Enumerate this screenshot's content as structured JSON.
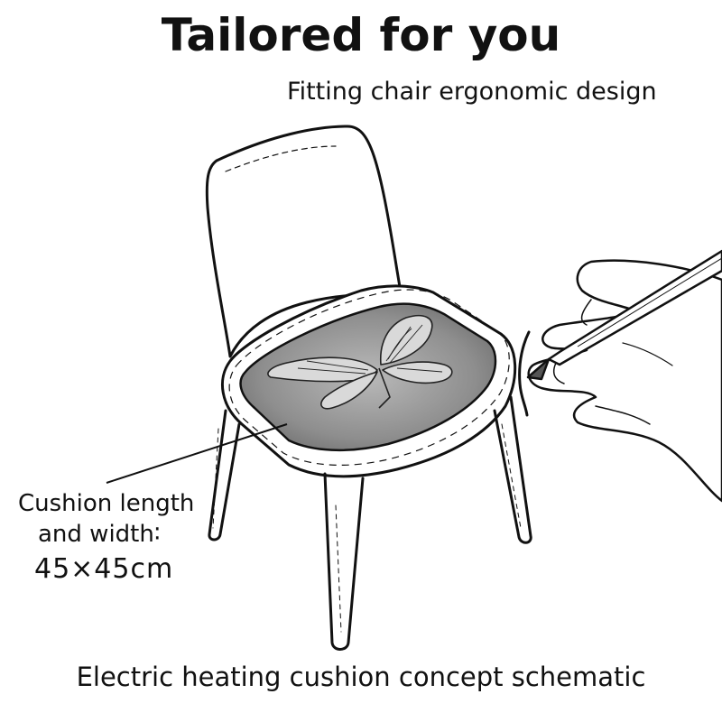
{
  "header": {
    "title": "Tailored for you",
    "subtitle": "Fitting chair ergonomic design"
  },
  "illustration": {
    "icons": [
      "chair-icon",
      "cushion-icon",
      "butterfly-icon",
      "hand-icon",
      "pen-icon"
    ]
  },
  "annotation": {
    "line1": "Cushion length",
    "line2": "and width∶",
    "dimension": "45×45cm"
  },
  "footer": {
    "caption": "Electric heating cushion concept schematic"
  }
}
